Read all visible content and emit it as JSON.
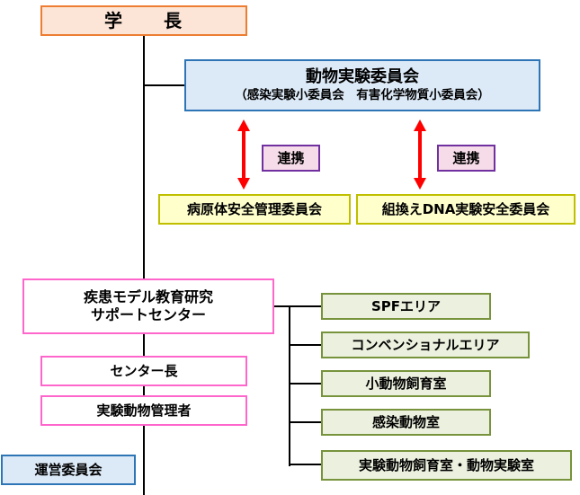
{
  "president": {
    "label": "学　　長"
  },
  "animal_committee": {
    "title": "動物実験委員会",
    "subtitle": "（感染実験小委員会　有害化学物質小委員会）"
  },
  "collaboration": {
    "left_label": "連携",
    "right_label": "連携"
  },
  "pathogen_committee": {
    "label": "病原体安全管理委員会"
  },
  "dna_committee": {
    "label": "組換えDNA実験安全委員会"
  },
  "support_center": {
    "line1": "疾患モデル教育研究",
    "line2": "サポートセンター"
  },
  "center_head": {
    "label": "センター長"
  },
  "animal_manager": {
    "label": "実験動物管理者"
  },
  "steering_committee": {
    "label": "運営委員会"
  },
  "facilities": [
    {
      "label": "SPFエリア"
    },
    {
      "label": "コンベンショナルエリア"
    },
    {
      "label": "小動物飼育室"
    },
    {
      "label": "感染動物室"
    },
    {
      "label": "実験動物飼育室・動物実験室"
    }
  ],
  "colors": {
    "orange-border": "#ED7D31",
    "orange-fill": "#FCE4D6",
    "blue-border": "#2E75B6",
    "blue-fill": "#DCE9F7",
    "purple-border": "#7030A0",
    "purple-fill": "#F6DCE8",
    "yellow-border": "#BFBF00",
    "yellow-fill": "#FFFFCC",
    "pink-border": "#FF66CC",
    "green-border": "#77933C",
    "green-fill": "#EBF1DE",
    "arrow-red": "#FF0000",
    "line-black": "#000000"
  }
}
